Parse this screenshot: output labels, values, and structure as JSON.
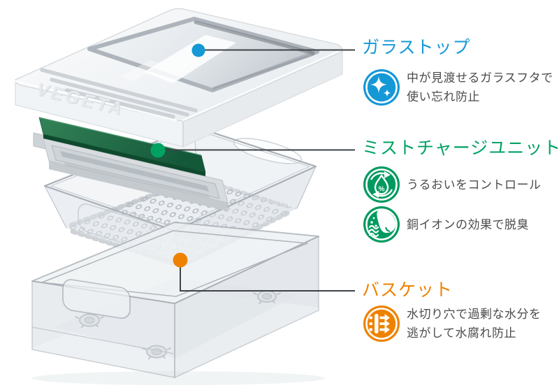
{
  "brand": "VEGETA",
  "palette": {
    "glass_top_accent": "#1598d6",
    "mist_unit_accent": "#00a263",
    "basket_accent": "#ee8200",
    "icon_green": "#009a5e",
    "plate_green": "#1d6b46",
    "description_text": "#4b4b4b",
    "leader_line": "#3e4348"
  },
  "annotations": [
    {
      "title": "ガラストップ",
      "features": [
        {
          "icon": "sparkle-icon",
          "lines": [
            "中が見渡せるガラスフタで",
            "使い忘れ防止"
          ]
        }
      ]
    },
    {
      "title": "ミストチャージユニット",
      "features": [
        {
          "icon": "humidity-control-icon",
          "lines": [
            "うるおいをコントロール"
          ]
        },
        {
          "icon": "deodorize-icon",
          "lines": [
            "銅イオンの効果で脱臭"
          ]
        }
      ]
    },
    {
      "title": "バスケット",
      "features": [
        {
          "icon": "drain-icon",
          "lines": [
            "水切り穴で過剰な水分を",
            "逃がして水腐れ防止"
          ]
        }
      ]
    }
  ]
}
